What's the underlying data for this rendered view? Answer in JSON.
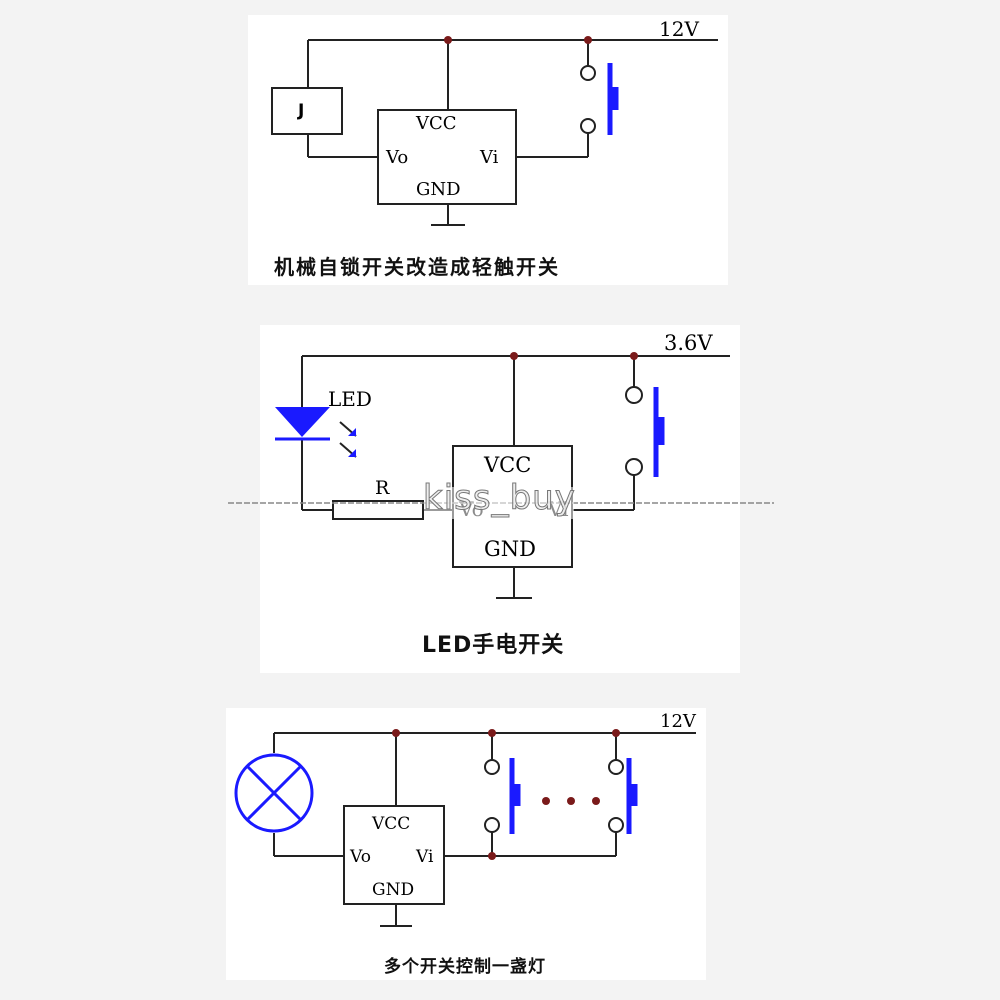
{
  "colors": {
    "wire": "#222222",
    "switch_blue": "#1a1aff",
    "node_dot": "#7a1a1a",
    "led_blue": "#1a1aff",
    "lamp_blue": "#1a1aff"
  },
  "panel1": {
    "voltage": "12V",
    "chip": {
      "vcc": "VCC",
      "vo": "Vo",
      "vi": "Vi",
      "gnd": "GND"
    },
    "relay_label": "J",
    "caption": "机械自锁开关改造成轻触开关"
  },
  "panel2": {
    "voltage": "3.6V",
    "chip": {
      "vcc": "VCC",
      "vo": "Vo",
      "vi": "Vi",
      "gnd": "GND"
    },
    "led_label": "LED",
    "resistor_label": "R",
    "caption": "LED手电开关"
  },
  "panel3": {
    "voltage": "12V",
    "chip": {
      "vcc": "VCC",
      "vo": "Vo",
      "vi": "Vi",
      "gnd": "GND"
    },
    "caption": "多个开关控制一盏灯"
  },
  "watermark": "kiss_buy"
}
